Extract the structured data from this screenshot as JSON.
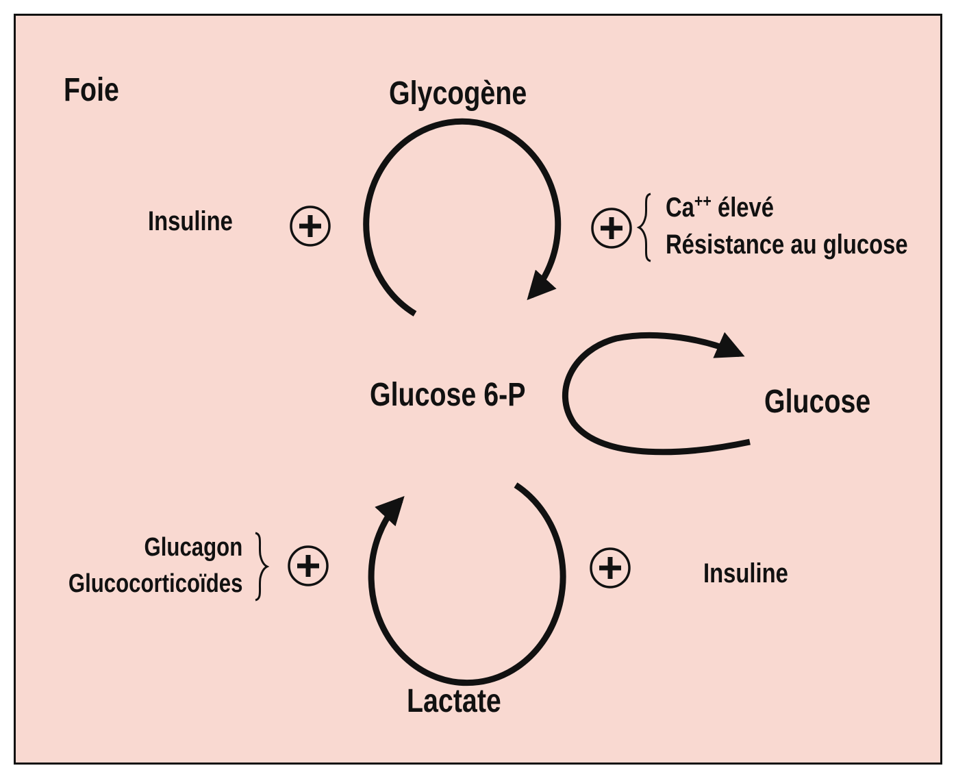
{
  "organ_label": "Foie",
  "nodes": {
    "glycogen": "Glycogène",
    "glucose6p": "Glucose 6-P",
    "glucose": "Glucose",
    "lactate": "Lactate"
  },
  "regulators": {
    "top_left": {
      "text": "Insuline",
      "sign": "+"
    },
    "top_right": {
      "sign": "+",
      "line1_base": "Ca",
      "line1_sup": "++",
      "line1_rest": " élevé",
      "line2": "Résistance au glucose"
    },
    "bottom_left": {
      "sign": "+",
      "line1": "Glucagon",
      "line2": "Glucocorticoïdes"
    },
    "bottom_right": {
      "text": "Insuline",
      "sign": "+"
    }
  },
  "colors": {
    "background": "#f9d9d1",
    "ink": "#111111"
  }
}
